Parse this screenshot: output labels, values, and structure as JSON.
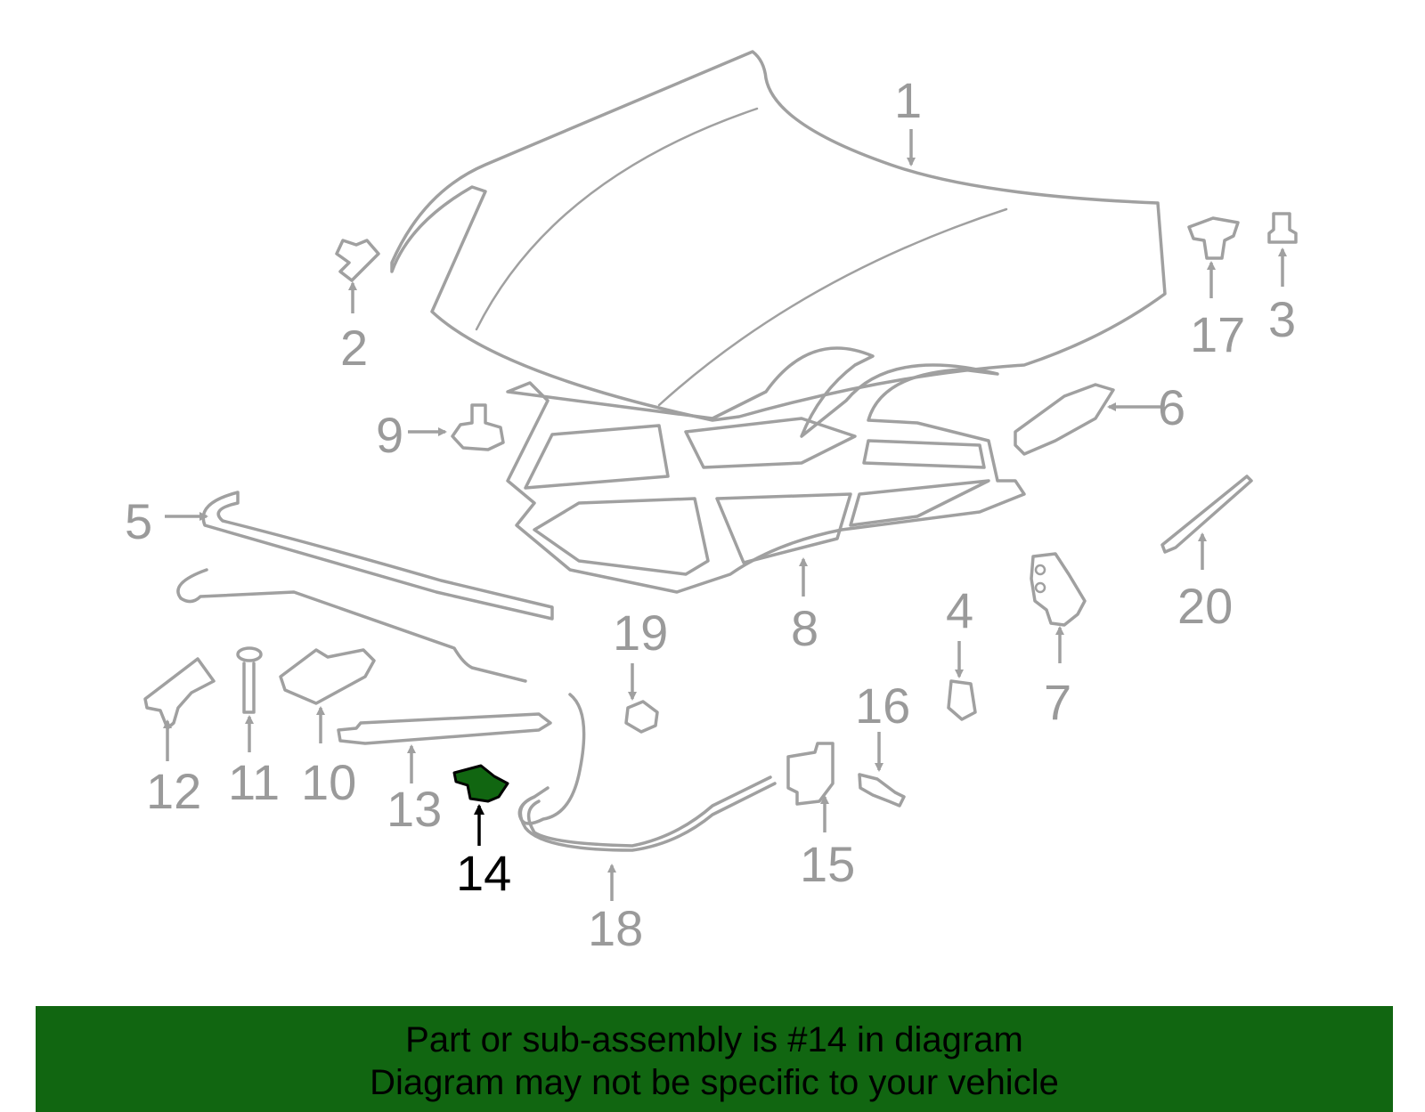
{
  "highlight_color": "#116611",
  "callout_color": "#9a9a9a",
  "highlight_part": "14",
  "callouts": [
    "1",
    "2",
    "3",
    "4",
    "5",
    "6",
    "7",
    "8",
    "9",
    "10",
    "11",
    "12",
    "13",
    "14",
    "15",
    "16",
    "17",
    "18",
    "19",
    "20"
  ],
  "banner": {
    "line1": "Part or sub-assembly is #14 in diagram",
    "line2": "Diagram may not be specific to your vehicle"
  }
}
